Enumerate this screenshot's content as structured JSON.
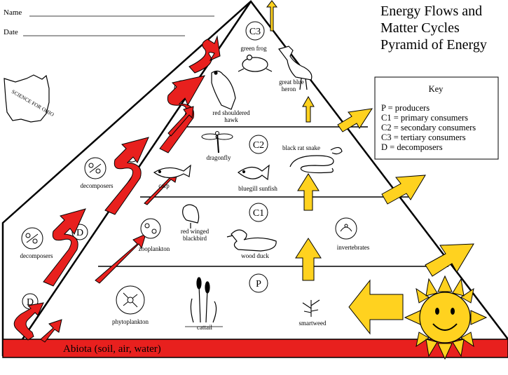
{
  "header": {
    "name_label": "Name",
    "date_label": "Date"
  },
  "title": {
    "line1": "Energy Flows and",
    "line2": "Matter Cycles",
    "line3": "Pyramid of Energy"
  },
  "logo": {
    "text": "SCIENCE FOR OHIO"
  },
  "key": {
    "heading": "Key",
    "items": [
      "P    = producers",
      "C1  = primary consumers",
      "C2  = secondary consumers",
      "C3  = tertiary consumers",
      "D    = decomposers"
    ]
  },
  "levels": {
    "c3": "C3",
    "c2": "C2",
    "c1": "C1",
    "p": "P",
    "d": "D"
  },
  "organisms": {
    "green_frog": "green frog",
    "heron_1": "great blue",
    "heron_2": "heron",
    "hawk_1": "red shouldered",
    "hawk_2": "hawk",
    "dragonfly": "dragonfly",
    "black_rat_snake": "black rat snake",
    "carp": "carp",
    "bluegill": "bluegill sunfish",
    "decomposers_upper": "decomposers",
    "decomposers_lower": "decomposers",
    "blackbird_1": "red winged",
    "blackbird_2": "blackbird",
    "zooplankton": "zooplankton",
    "wood_duck": "wood duck",
    "invertebrates": "invertebrates",
    "phytoplankton": "phytoplankton",
    "cattail": "cattail",
    "smartweed": "smartweed"
  },
  "abiota": "Abiota (soil, air, water)",
  "colors": {
    "energy_arrow": "#ffd21f",
    "matter_arrow": "#e8201e",
    "abiota_bar": "#e8201e",
    "sun": "#ffd21f"
  }
}
